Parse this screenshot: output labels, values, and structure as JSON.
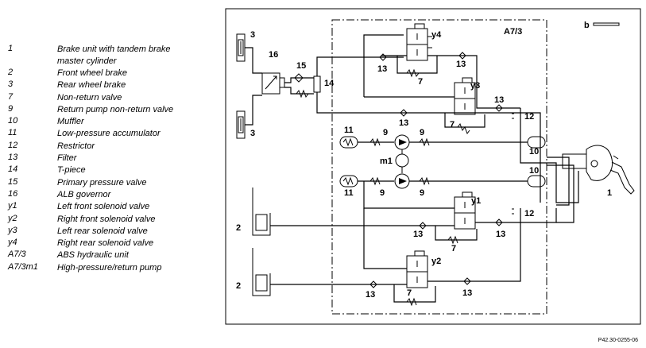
{
  "legend": [
    {
      "num": "1",
      "desc": "Brake unit with tandem brake master cylinder"
    },
    {
      "num": "2",
      "desc": "Front wheel brake"
    },
    {
      "num": "3",
      "desc": "Rear wheel brake"
    },
    {
      "num": "7",
      "desc": "Non-return valve"
    },
    {
      "num": "9",
      "desc": "Return pump non-return valve"
    },
    {
      "num": "10",
      "desc": "Muffler"
    },
    {
      "num": "11",
      "desc": "Low-pressure accumulator"
    },
    {
      "num": "12",
      "desc": "Restrictor"
    },
    {
      "num": "13",
      "desc": "Filter"
    },
    {
      "num": "14",
      "desc": "T-piece"
    },
    {
      "num": "15",
      "desc": "Primary pressure valve"
    },
    {
      "num": "16",
      "desc": "ALB governor"
    },
    {
      "num": "y1",
      "desc": "Left front solenoid valve"
    },
    {
      "num": "y2",
      "desc": "Right front solenoid valve"
    },
    {
      "num": "y3",
      "desc": "Left rear solenoid valve"
    },
    {
      "num": "y4",
      "desc": "Right rear solenoid valve"
    },
    {
      "num": "A7/3",
      "desc": "ABS hydraulic unit"
    },
    {
      "num": "A7/3m1",
      "desc": "High-pressure/return pump"
    }
  ],
  "diagram": {
    "unit_label": "A7/3",
    "line_b_label": "b",
    "pump_label": "m1",
    "callouts": {
      "c1": "1",
      "c2a": "2",
      "c2b": "2",
      "c3a": "3",
      "c3b": "3",
      "c7a": "7",
      "c7b": "7",
      "c7c": "7",
      "c7d": "7",
      "c9a": "9",
      "c9b": "9",
      "c9c": "9",
      "c9d": "9",
      "c10a": "10",
      "c10b": "10",
      "c11a": "11",
      "c11b": "11",
      "c12a": "12",
      "c12b": "12",
      "c13a": "13",
      "c13b": "13",
      "c13c": "13",
      "c13d": "13",
      "c13e": "13",
      "c13f": "13",
      "c13g": "13",
      "c13h": "13",
      "c14": "14",
      "c15": "15",
      "c16": "16",
      "y1": "y1",
      "y2": "y2",
      "y3": "y3",
      "y4": "y4"
    }
  },
  "footer": "P42.30-0255-06"
}
